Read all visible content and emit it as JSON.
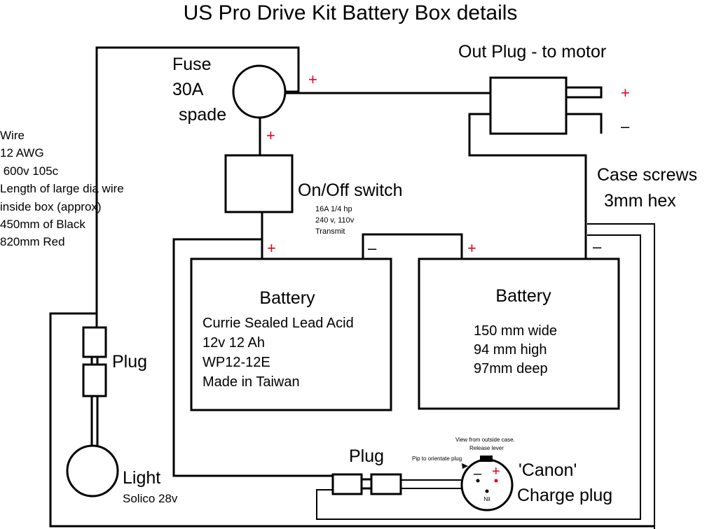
{
  "title": "US Pro Drive Kit Battery Box details",
  "fuse": {
    "line1": "Fuse",
    "line2": "30A",
    "line3": "spade"
  },
  "out_plug": {
    "label": "Out Plug - to motor",
    "plus": "+",
    "minus": "–"
  },
  "wire_note": [
    "Wire",
    "12 AWG",
    " 600v 105c",
    "Length of large dia wire",
    "inside box (approx)",
    "450mm of Black",
    "820mm Red"
  ],
  "switch": {
    "label": "On/Off switch",
    "spec1": "16A 1/4 hp",
    "spec2": "240 v, 110v",
    "spec3": "Transmit"
  },
  "case_screws": {
    "line1": "Case screws",
    "line2": "3mm hex"
  },
  "battery_left": {
    "title": "Battery",
    "line1": "Currie Sealed Lead Acid",
    "line2": "12v 12 Ah",
    "line3": "WP12-12E",
    "line4": "Made in Taiwan"
  },
  "battery_right": {
    "title": "Battery",
    "line1": "150 mm wide",
    "line2": "94 mm high",
    "line3": "97mm deep"
  },
  "polarity": {
    "plus": "+",
    "minus": "–"
  },
  "light_plug_label": "Plug",
  "light": {
    "label": "Light",
    "model": "Solico 28v"
  },
  "charge_plug_label": "Plug",
  "canon": {
    "line1": "'Canon'",
    "line2": "Charge plug",
    "view_note": "View from outside case.",
    "release_lever": "Release lever",
    "pip_note": "Pip to orientate plug",
    "nil": "Nil",
    "minus": "–",
    "plus": "+"
  },
  "colors": {
    "wire": "#000000",
    "plus_marker": "#e0001b",
    "background": "#ffffff"
  }
}
